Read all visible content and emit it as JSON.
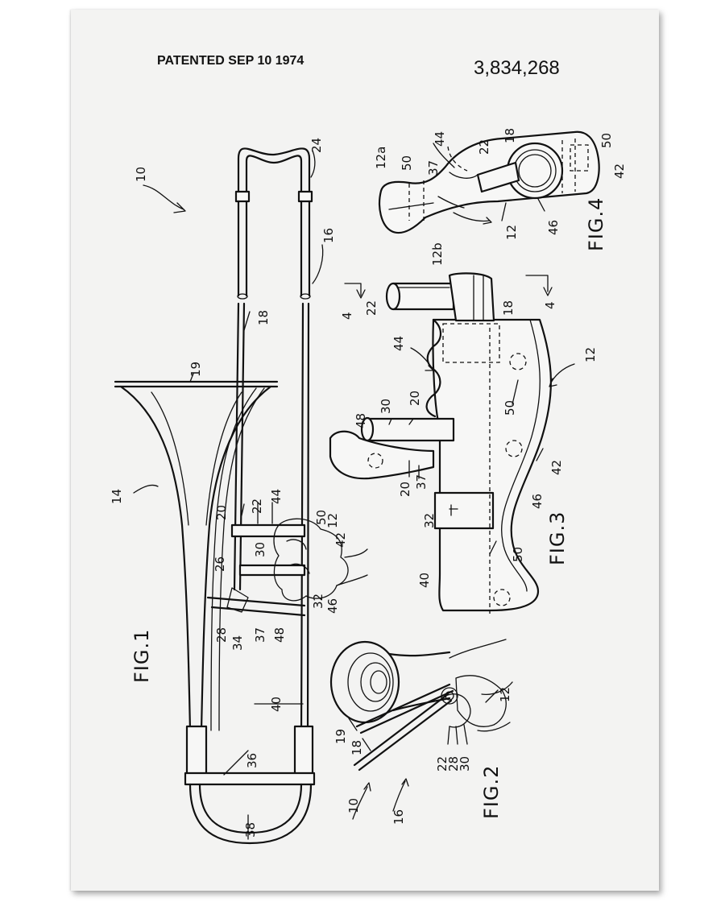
{
  "header": {
    "patented": "PATENTED SEP 10 1974",
    "patent_number": "3,834,268"
  },
  "figures": {
    "fig1": "FIG.1",
    "fig2": "FIG.2",
    "fig3": "FIG.3",
    "fig4": "FIG.4"
  },
  "refs": {
    "fig1": [
      "10",
      "14",
      "16",
      "18",
      "19",
      "20",
      "22",
      "24",
      "26",
      "28",
      "30",
      "32",
      "34",
      "36",
      "37",
      "38",
      "40",
      "42",
      "44",
      "46",
      "48",
      "50",
      "12"
    ],
    "fig2": [
      "10",
      "16",
      "18",
      "19",
      "22",
      "28",
      "30",
      "12"
    ],
    "fig3": [
      "4",
      "4",
      "12",
      "18",
      "20",
      "20",
      "22",
      "30",
      "32",
      "37",
      "40",
      "42",
      "44",
      "46",
      "48",
      "50",
      "50"
    ],
    "fig4": [
      "12a",
      "12b",
      "12",
      "18",
      "22",
      "37",
      "42",
      "44",
      "46",
      "50",
      "50"
    ]
  },
  "colors": {
    "ink": "#111111",
    "paper": "#f3f3f2"
  }
}
